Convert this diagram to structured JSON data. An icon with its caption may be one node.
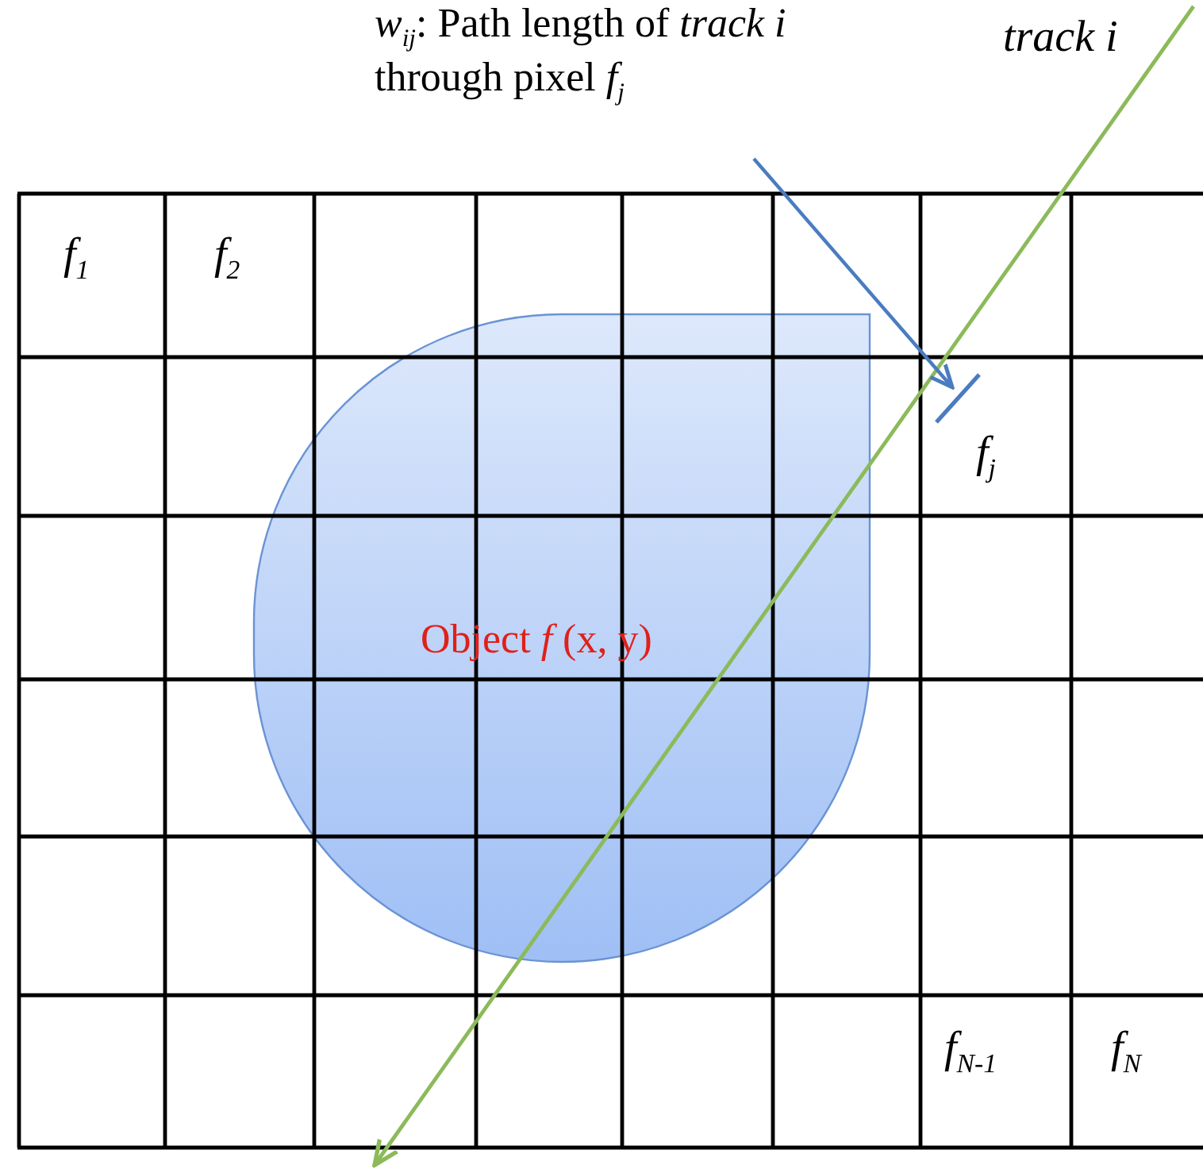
{
  "diagram": {
    "nodes": [
      {
        "text": [
          "*w*$_{ij}$: Path length of *track i* through pixel *f*$_{j}$"
        ]
      },
      {
        "text": [
          "Object *f* (x, y)"
        ]
      },
      {
        "text": [],
        "shape": "bar"
      }
    ],
    "edges": [
      {
        "from": 0,
        "to": 2,
        "arrow": "to"
      }
    ],
    "labels": [
      "track i",
      "f$_{1}$",
      "f$_{2}$",
      "f$_{j}$",
      "f$_{N-1}$",
      "f$_{N}$"
    ]
  }
}
